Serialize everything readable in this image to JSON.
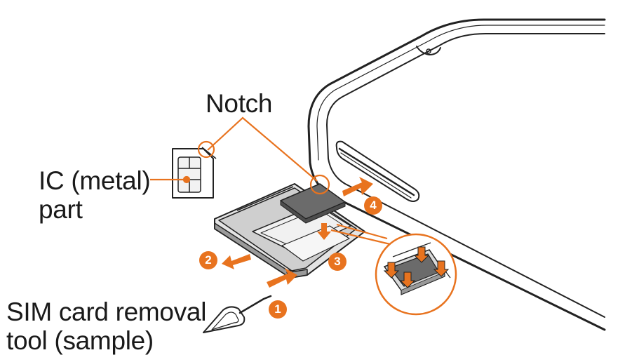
{
  "labels": {
    "notch": "Notch",
    "ic_line1": "IC (metal)",
    "ic_line2": "part",
    "tool_line1": "SIM card removal",
    "tool_line2": "tool (sample)"
  },
  "steps": [
    "1",
    "2",
    "3",
    "4"
  ],
  "colors": {
    "accent": "#e8731f",
    "line": "#222222",
    "card": "#6b6b6b",
    "tray": "#c8c8c8",
    "background": "#ffffff"
  }
}
